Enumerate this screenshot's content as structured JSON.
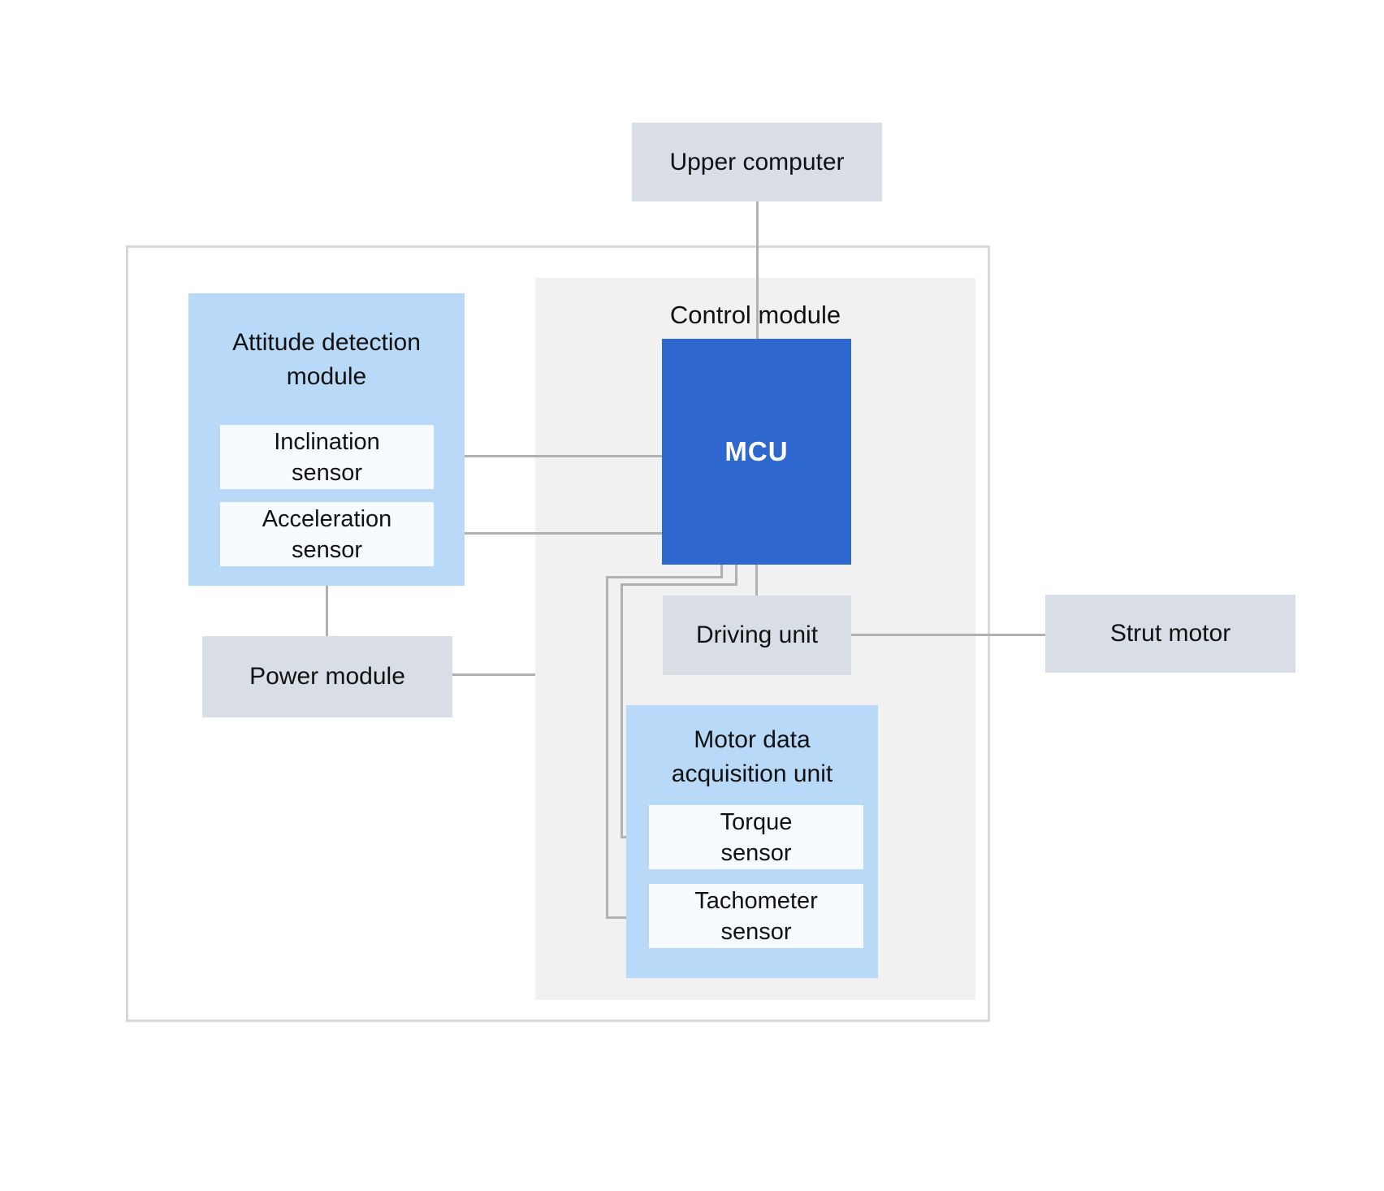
{
  "diagram": {
    "nodes": {
      "upper_computer": {
        "label": "Upper computer"
      },
      "control_module": {
        "title": "Control module"
      },
      "mcu": {
        "label": "MCU"
      },
      "attitude_module": {
        "title": "Attitude detection\nmodule"
      },
      "inclination_sensor": {
        "label": "Inclination\nsensor"
      },
      "acceleration_sensor": {
        "label": "Acceleration\nsensor"
      },
      "power_module": {
        "label": "Power module"
      },
      "driving_unit": {
        "label": "Driving unit"
      },
      "motor_data_unit": {
        "title": "Motor data\nacquisition unit"
      },
      "torque_sensor": {
        "label": "Torque\nsensor"
      },
      "tachometer_sensor": {
        "label": "Tachometer\nsensor"
      },
      "strut_motor": {
        "label": "Strut motor"
      }
    },
    "connections": [
      {
        "from": "upper_computer",
        "to": "mcu"
      },
      {
        "from": "inclination_sensor",
        "to": "mcu"
      },
      {
        "from": "acceleration_sensor",
        "to": "mcu"
      },
      {
        "from": "attitude_module",
        "to": "power_module"
      },
      {
        "from": "power_module",
        "to": "control_module"
      },
      {
        "from": "mcu",
        "to": "driving_unit"
      },
      {
        "from": "driving_unit",
        "to": "strut_motor"
      },
      {
        "from": "mcu",
        "to": "torque_sensor"
      },
      {
        "from": "mcu",
        "to": "tachometer_sensor"
      }
    ],
    "colors": {
      "mcu_fill": "#2e68cf",
      "module_fill": "#b9d9f8",
      "node_fill": "#d9dde6",
      "panel_fill": "#f1f1f2",
      "inner_fill": "#f7fafe",
      "line": "#b1b1b4",
      "border": "#d9d9d9",
      "text": "#111111",
      "mcu_text": "#ffffff"
    }
  }
}
